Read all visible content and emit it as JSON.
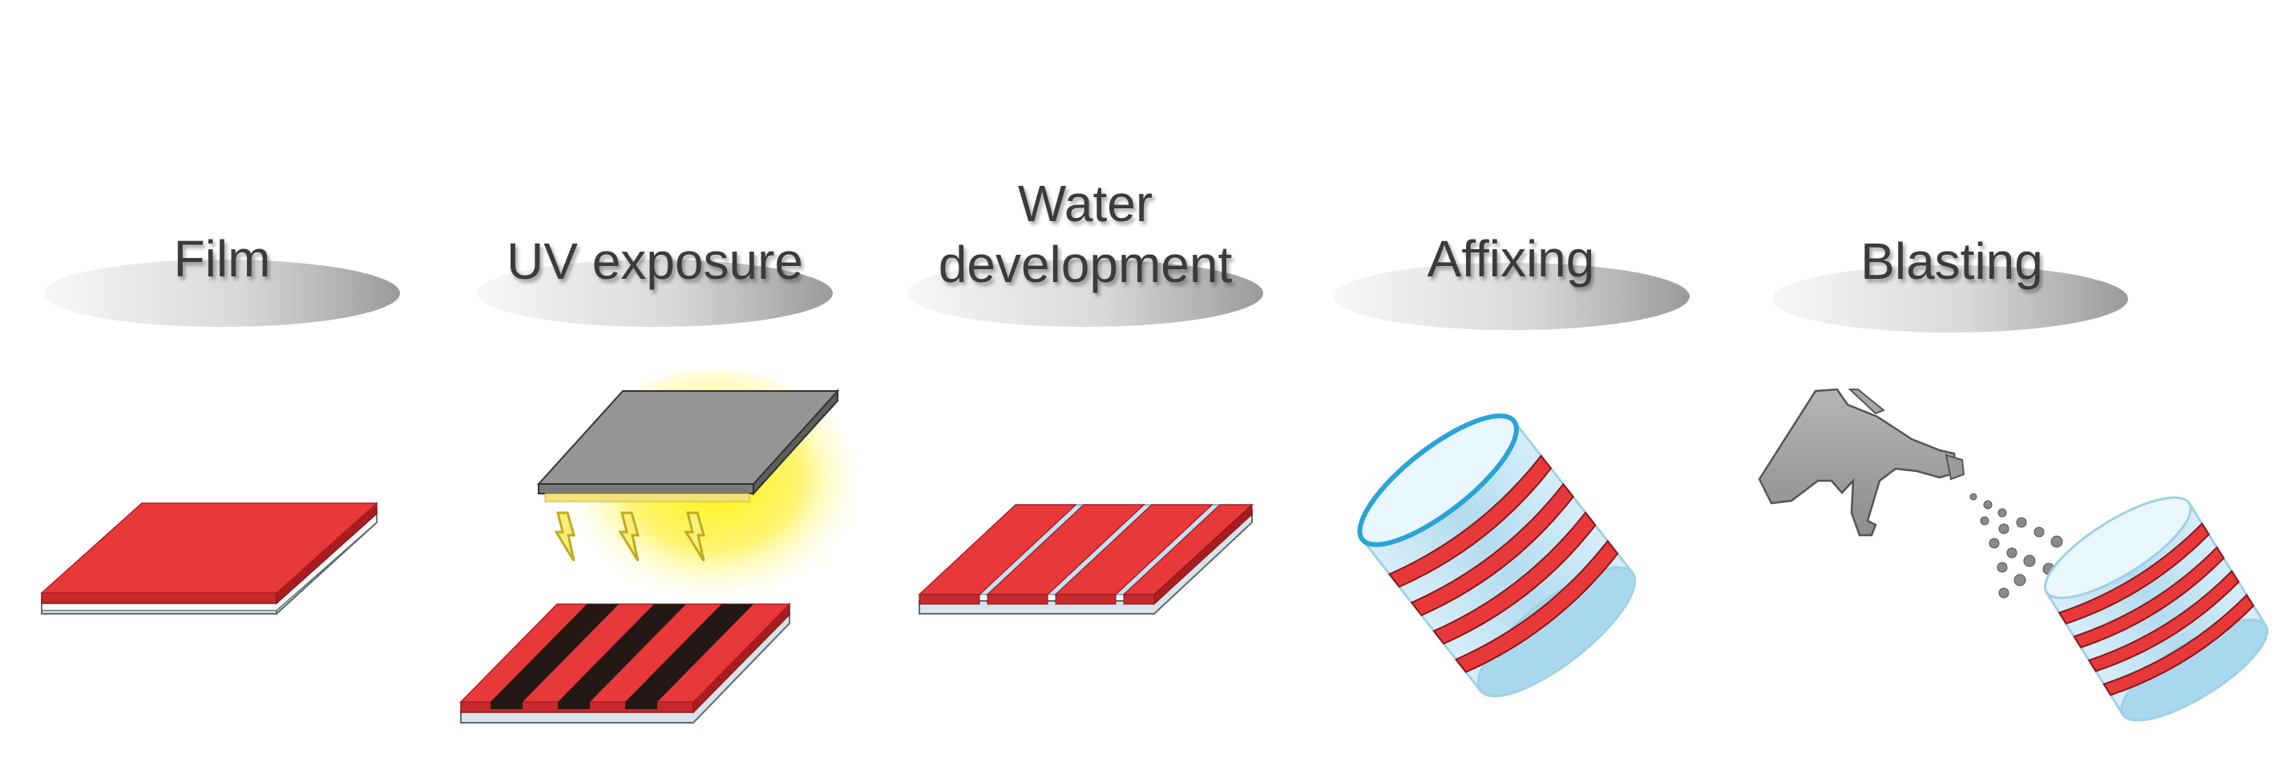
{
  "steps": [
    {
      "label": "Film"
    },
    {
      "label": "UV exposure"
    },
    {
      "label_line1": "Water",
      "label_line2": "development"
    },
    {
      "label": "Affixing"
    },
    {
      "label": "Blasting"
    }
  ],
  "colors": {
    "film_red": "#e8393a",
    "film_red_dark": "#b21f22",
    "substrate_blue": "#bfe3f3",
    "mask_gray": "#8f8f8f",
    "black_stripe": "#231816",
    "uv_glow": "#ffee00",
    "spray_dots": "#888888"
  },
  "icons": [
    "uv-bolt-icon",
    "spray-gun-icon",
    "spray-dots-icon",
    "cylinder-icon"
  ]
}
